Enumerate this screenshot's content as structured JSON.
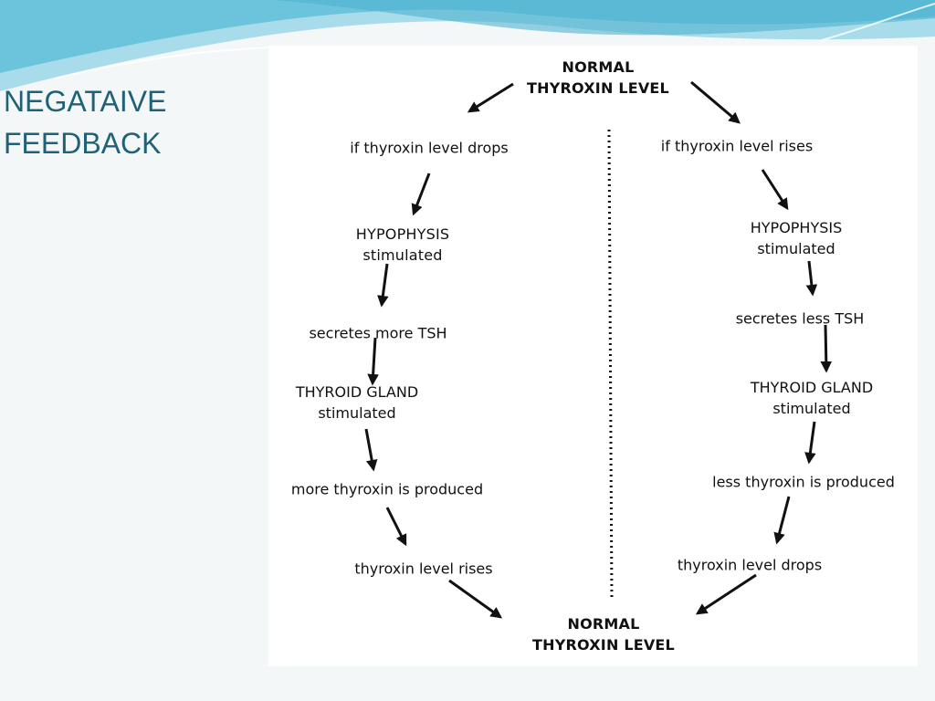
{
  "slide": {
    "title_lines": [
      "NEGATAIVE",
      "FEEDBACK"
    ]
  },
  "diagram": {
    "top": [
      "NORMAL",
      "THYROXIN LEVEL"
    ],
    "bottom": [
      "NORMAL",
      "THYROXIN LEVEL"
    ],
    "left_path": {
      "trigger": "if thyroxin level drops",
      "gland": [
        "HYPOPHYSIS",
        "stimulated"
      ],
      "secretion": "secretes more TSH",
      "thyroid": [
        "THYROID GLAND",
        "stimulated"
      ],
      "production": "more thyroxin is produced",
      "result": "thyroxin level rises"
    },
    "right_path": {
      "trigger": "if thyroxin level rises",
      "gland": [
        "HYPOPHYSIS",
        "stimulated"
      ],
      "secretion": "secretes less TSH",
      "thyroid": [
        "THYROID GLAND",
        "stimulated"
      ],
      "production": "less thyroxin is produced",
      "result": "thyroxin level drops"
    }
  },
  "colors": {
    "title": "#1f6277",
    "wave_light": "#c6e9f2",
    "wave_mid": "#7fcde0",
    "wave_dark": "#3aa6c4"
  }
}
